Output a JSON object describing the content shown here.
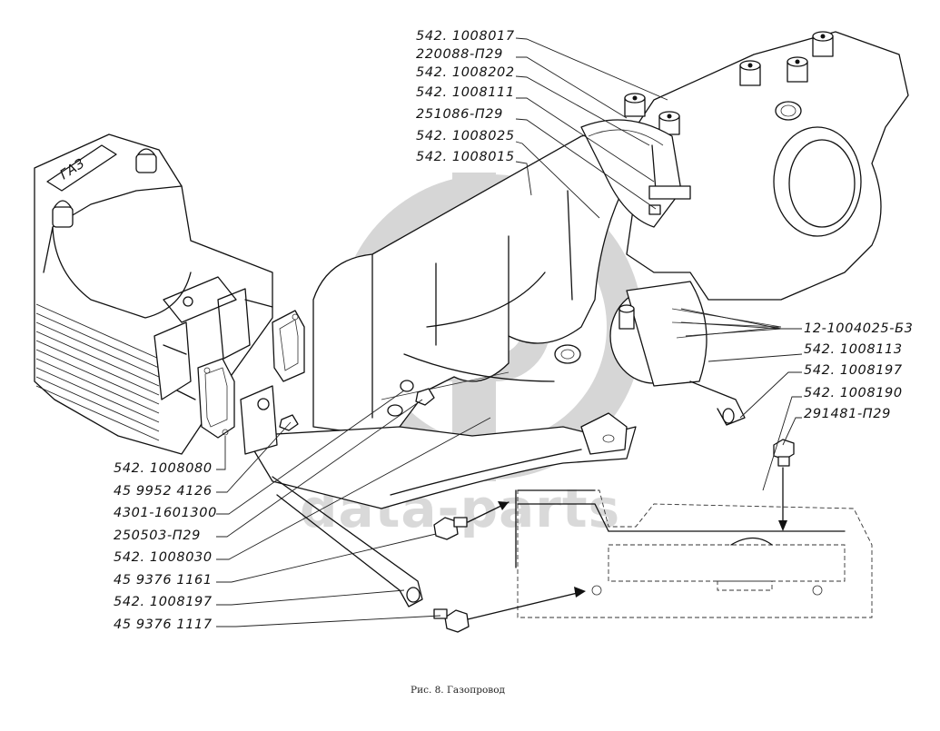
{
  "figure": {
    "caption": "Рис. 8. Газопровод",
    "watermark": "data-parts",
    "head_logo": "ГАЗ"
  },
  "labels": {
    "top": [
      "542. 1008017",
      "220088-П29",
      "542. 1008202",
      "542. 1008111",
      "251086-П29",
      "542. 1008025",
      "542. 1008015"
    ],
    "right": [
      "12-1004025-Б3",
      "542. 1008113",
      "542. 1008197",
      "542. 1008190",
      "291481-П29"
    ],
    "left": [
      "542. 1008080",
      "45 9952 4126",
      "4301-1601300",
      "250503-П29",
      "542. 1008030",
      "45 9376 1161",
      "542. 1008197",
      "45 9376 1117"
    ]
  },
  "colors": {
    "line": "#111111",
    "watermark": "#d6d6d6",
    "background": "#ffffff"
  }
}
